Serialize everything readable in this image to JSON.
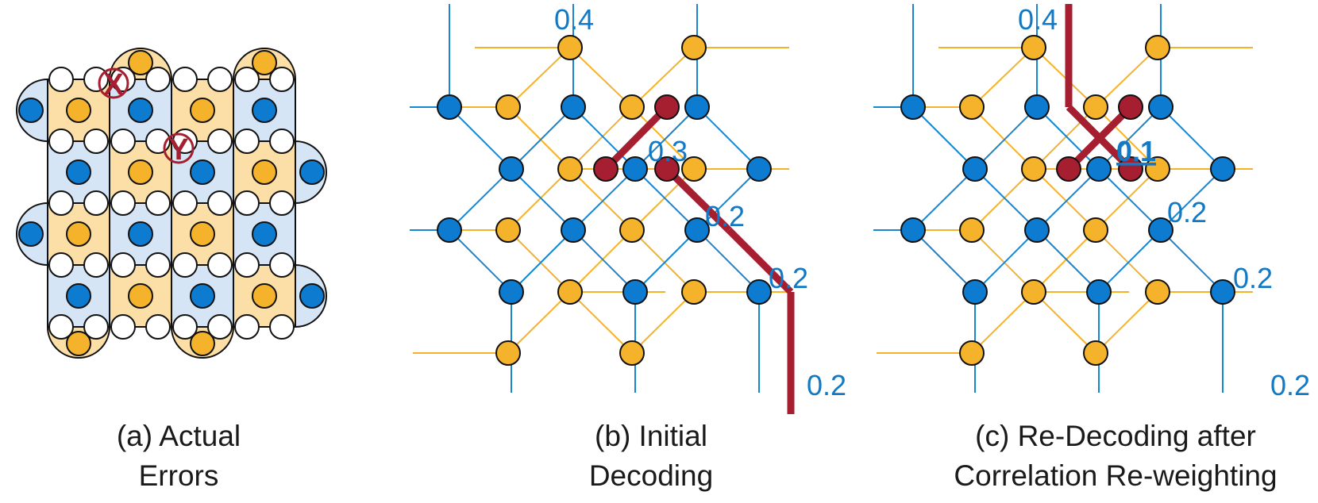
{
  "colors": {
    "x_stabilizer": "#0c7bd0",
    "z_stabilizer": "#f5b32c",
    "data_qubit": "#ffffff",
    "x_plaquette": "#d6e5f6",
    "z_plaquette": "#fcdfa6",
    "blue_edge": "#1a86d0",
    "orange_edge": "#f5b32c",
    "error_path": "#a51f31",
    "weight_text": "#1279c4"
  },
  "panels": [
    {
      "id": "a",
      "caption_line1": "(a) Actual",
      "caption_line2": "Errors",
      "errors": [
        {
          "label": "X",
          "icon": "x-error-mark"
        },
        {
          "label": "Y",
          "icon": "y-error-mark"
        }
      ]
    },
    {
      "id": "b",
      "caption_line1": "(b) Initial",
      "caption_line2": "Decoding",
      "weights": [
        "0.4",
        "0.3",
        "0.2",
        "0.2",
        "0.2"
      ]
    },
    {
      "id": "c",
      "caption_line1": "(c) Re-Decoding after",
      "caption_line2": "Correlation Re-weighting",
      "weights": [
        "0.4",
        "0.1",
        "0.2",
        "0.2",
        "0.2"
      ]
    }
  ]
}
